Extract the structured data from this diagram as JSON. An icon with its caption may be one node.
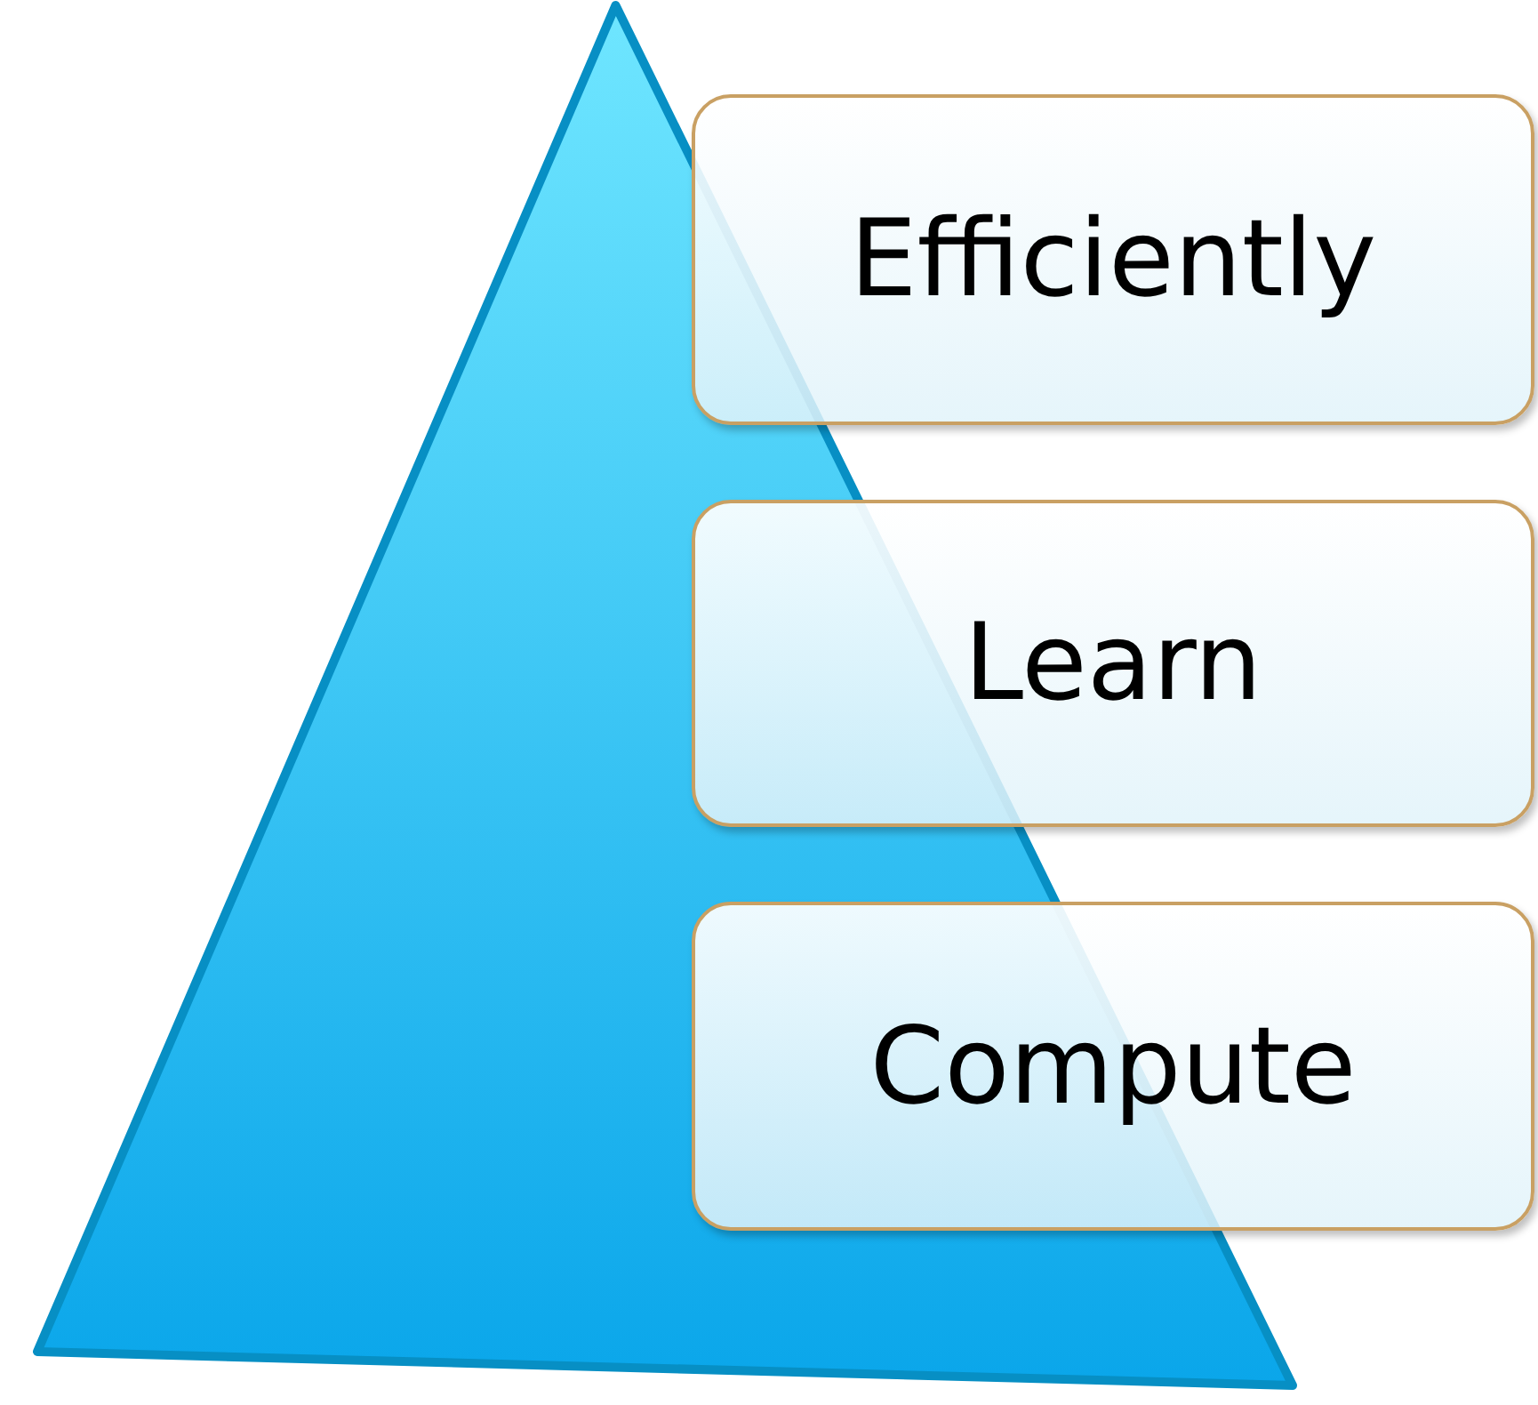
{
  "diagram": {
    "nodes": [
      {
        "text": [],
        "shape": "triangle"
      },
      {
        "text": [
          "Efficiently"
        ]
      },
      {
        "text": [
          "Learn"
        ]
      },
      {
        "text": [
          "Compute"
        ]
      }
    ]
  }
}
